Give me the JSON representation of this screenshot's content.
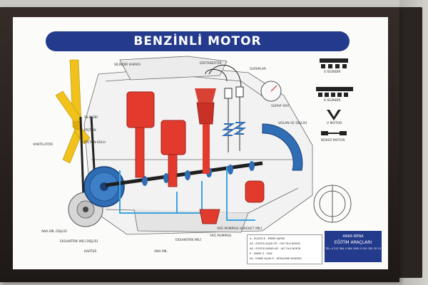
{
  "poster": {
    "title": "BENZİNLİ MOTOR"
  },
  "labels": {
    "silindir_kapagi": "SİLİNDİR KAPAĞI",
    "distributor": "DİSTRİBÜTÖR",
    "supaplar": "SUPAPLAR",
    "silindir": "SİLİNDİR",
    "piston": "PİSTON",
    "piston_kolu": "PİSTON KOLU",
    "vantilator": "VANTİLATÖR",
    "supap_yayi": "SUPAP YAYI",
    "volan_ve_disli": "VOLAN VE DİŞLİSİ",
    "yag_pompasi_hareket_mili": "YAĞ POMPASI HAREKET MİLİ",
    "eksantrik_mili": "EKSANTRİK MİLİ",
    "yag_pompasi": "YAĞ POMPASI",
    "ana_mil_disli": "ANA MİL DİŞLİSİ",
    "eksantrik_mili_dislisi": "EKSANTRİK MİLİ DİŞLİSİ",
    "karter": "KARTER",
    "ana_mil": "ANA MİL",
    "side_4_silindir": "4 SİLİNDİR",
    "side_6_silindir": "6 SİLİNDİR",
    "side_v_motor": "V MOTOR",
    "side_boxer_motor": "BOXER MOTOR"
  },
  "legend": {
    "rows": [
      "A   - EGZOS          E   - EMME KAPAR",
      "AS  - EGZOS AÇAR     ÜÖ  - ÜST ÖLÜ NOKTA",
      "AK  - EGZOS KAPAR    AÖ  - ALT ÖLÜ NOKTA",
      "E   - EMME           Z   - ZAD",
      "EA  - EMME AÇAR      Ö   - ATEŞLEME NOKTASI"
    ]
  },
  "brand": {
    "name": "ANKA RENA",
    "subtitle": "EĞİTİM ARAÇLARI",
    "contact": "TEL: 0 312 384 4 384  GSM: 0 541 281 35 15"
  },
  "colors": {
    "title_bar": "#243a8c",
    "piston_red": "#e23b2e",
    "gear_blue": "#2f6db5",
    "fan_yellow": "#f1c21c",
    "oil_blue": "#3aa3e0",
    "frame": "#2b2522"
  }
}
